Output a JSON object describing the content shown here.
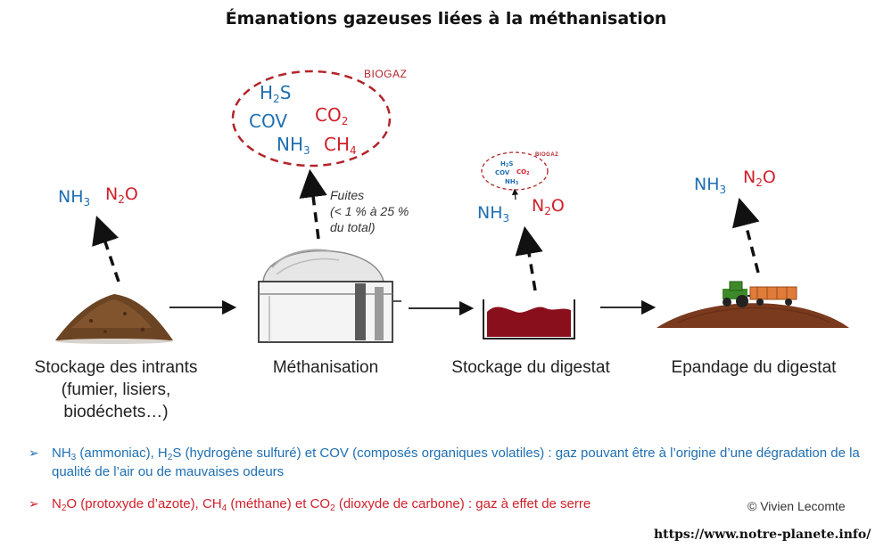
{
  "title": "Émanations gazeuses liées à la méthanisation",
  "gases": {
    "nh3": {
      "base": "NH",
      "sub": "3"
    },
    "n2o": {
      "base": "N",
      "sub": "2",
      "tail": "O"
    },
    "h2s": {
      "base": "H",
      "sub": "2",
      "tail": "S"
    },
    "cov": "COV",
    "co2": {
      "base": "CO",
      "sub": "2"
    },
    "ch4": {
      "base": "CH",
      "sub": "4"
    }
  },
  "biogaz_label": "BIOGAZ",
  "leaks": {
    "line1": "Fuites",
    "line2": "(< 1 % à 25 %",
    "line3": "du total)"
  },
  "stages": [
    {
      "label": "Stockage des intrants",
      "detail1": "(fumier, lisiers,",
      "detail2": "biodéchets…)"
    },
    {
      "label": "Méthanisation"
    },
    {
      "label": "Stockage du digestat"
    },
    {
      "label": "Epandage du digestat"
    }
  ],
  "notes": {
    "bullet": "➢",
    "note1": {
      "nh3": "NH",
      "nh3_sub": "3",
      "part1": " (ammoniac), H",
      "h2s_sub": "2",
      "part2": "S (hydrogène sulfuré) et COV (composés organiques volatiles) : gaz pouvant être à l’origine d’une dégradation de la qualité de l’air ou de mauvaises odeurs"
    },
    "note2": {
      "n2o": "N",
      "n2o_sub": "2",
      "part1": "O (protoxyde d’azote), CH",
      "ch4_sub": "4",
      "part2": " (méthane) et CO",
      "co2_sub": "2",
      "part3": " (dioxyde de carbone) : gaz à effet de serre"
    }
  },
  "credit": "© Vivien Lecomte",
  "url": "https://www.notre-planete.info/",
  "colors": {
    "blue": "#1f6fb2",
    "red": "#d0202a",
    "soil": "#7a3a1e",
    "digestate": "#8a0f1c",
    "tractor": "#3e8a2a",
    "trailer": "#e07b39"
  }
}
